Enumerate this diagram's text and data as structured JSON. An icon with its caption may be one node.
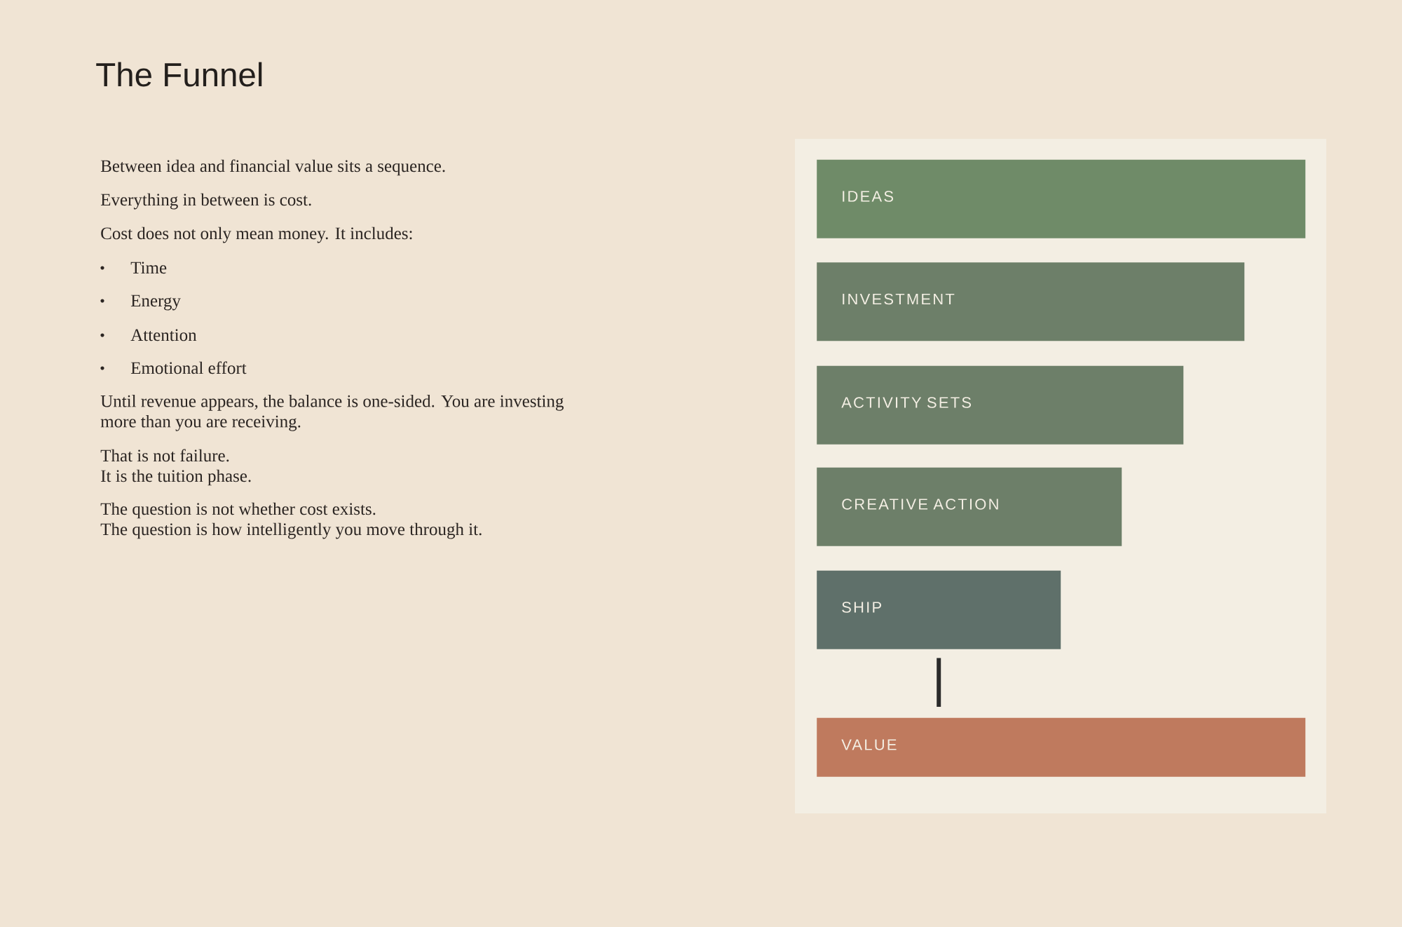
{
  "diagram": {
    "title": "The Funnel",
    "nodes": [
      {
        "text": [
          "IDEAS"
        ]
      },
      {
        "text": [
          "INVESTMENT"
        ]
      },
      {
        "text": [
          "ACTIVITY SETS"
        ]
      },
      {
        "text": [
          "CREATIVE ACTION"
        ]
      },
      {
        "text": [
          "SHIP"
        ]
      },
      {
        "text": [
          "VALUE"
        ]
      }
    ],
    "edges": [
      {
        "from": 4,
        "to": 5,
        "arrow": "none"
      }
    ],
    "labels": [
      "Between idea and financial value sits a sequence.",
      "Everything in between is cost.",
      "Cost does not only mean money. It includes:",
      "Time",
      "Energy",
      "Attention",
      "Emotional effort",
      "Until revenue appears, the balance is one-sided. You are investing more than you are receiving.",
      "That is not failure.",
      "It is the tuition phase.",
      "The question is not whether cost exists.",
      "The question is how intelligently you move through it."
    ]
  }
}
